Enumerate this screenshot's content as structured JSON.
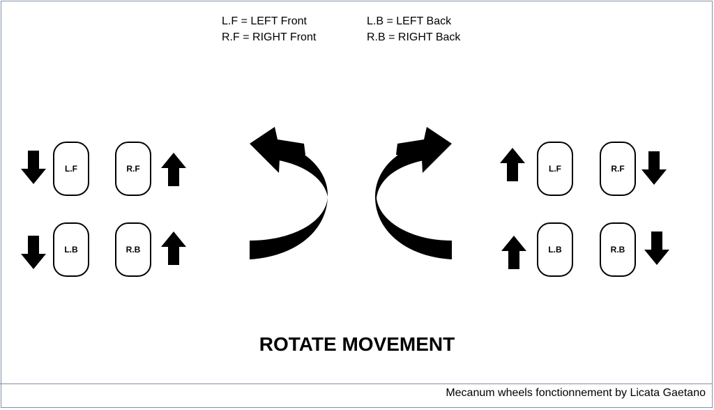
{
  "legend": {
    "lf": "L.F = LEFT Front",
    "rf": "R.F = RIGHT Front",
    "lb": "L.B = LEFT Back",
    "rb": "R.B = RIGHT Back"
  },
  "wheels": {
    "lf": "L.F",
    "rf": "R.F",
    "lb": "L.B",
    "rb": "R.B"
  },
  "title": "ROTATE MOVEMENT",
  "credit": "Mecanum wheels fonctionnement by Licata Gaetano",
  "icons": {
    "rotation_left": "curved-arrow-counterclockwise-icon",
    "rotation_right": "curved-arrow-clockwise-icon",
    "wheel_direction_up": "arrow-up-icon",
    "wheel_direction_down": "arrow-down-icon"
  },
  "colors": {
    "ink": "#000000",
    "border": "#7f8fa6"
  }
}
